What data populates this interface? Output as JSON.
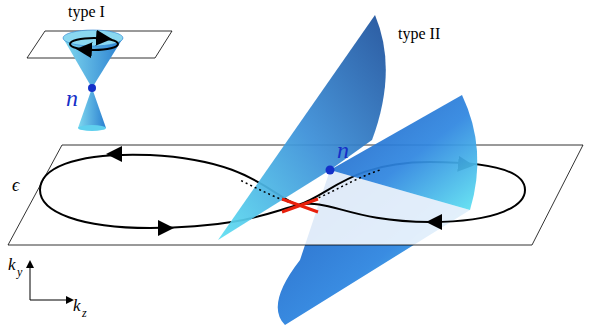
{
  "diagram": {
    "labels": [
      "type I",
      "type II",
      "n",
      "n",
      "ϵ",
      "k",
      "y",
      "k",
      "z"
    ]
  }
}
